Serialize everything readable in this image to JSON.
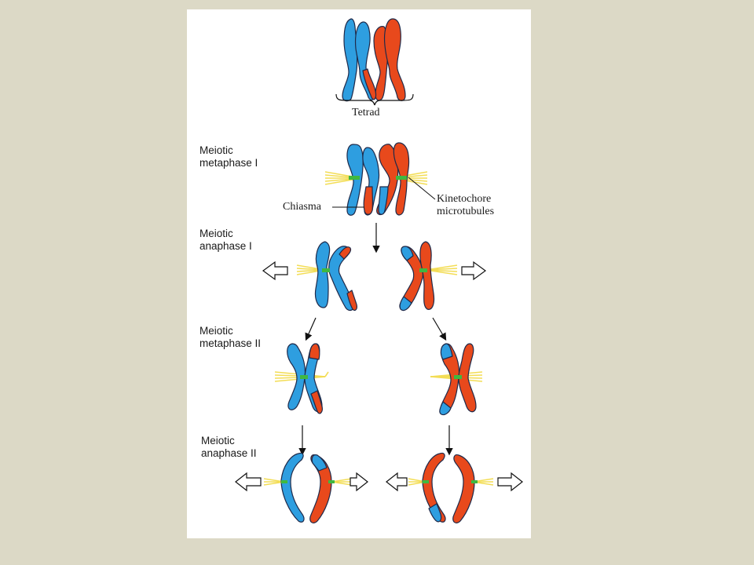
{
  "labels": {
    "tetrad": "Tetrad",
    "stage1_line1": "Meiotic",
    "stage1_line2": "metaphase I",
    "chiasma": "Chiasma",
    "kinetochore_line1": "Kinetochore",
    "kinetochore_line2": "microtubules",
    "stage2_line1": "Meiotic",
    "stage2_line2": "anaphase I",
    "stage3_line1": "Meiotic",
    "stage3_line2": "metaphase II",
    "stage4_line1": "Meiotic",
    "stage4_line2": "anaphase II"
  },
  "colors": {
    "background": "#dcd9c6",
    "panel": "#ffffff",
    "maternal_chromosome": "#2e9ee0",
    "paternal_chromosome": "#e8491c",
    "microtubules": "#f3dd55",
    "kinetochore": "#3fb840",
    "outline": "#1f2a4a"
  }
}
